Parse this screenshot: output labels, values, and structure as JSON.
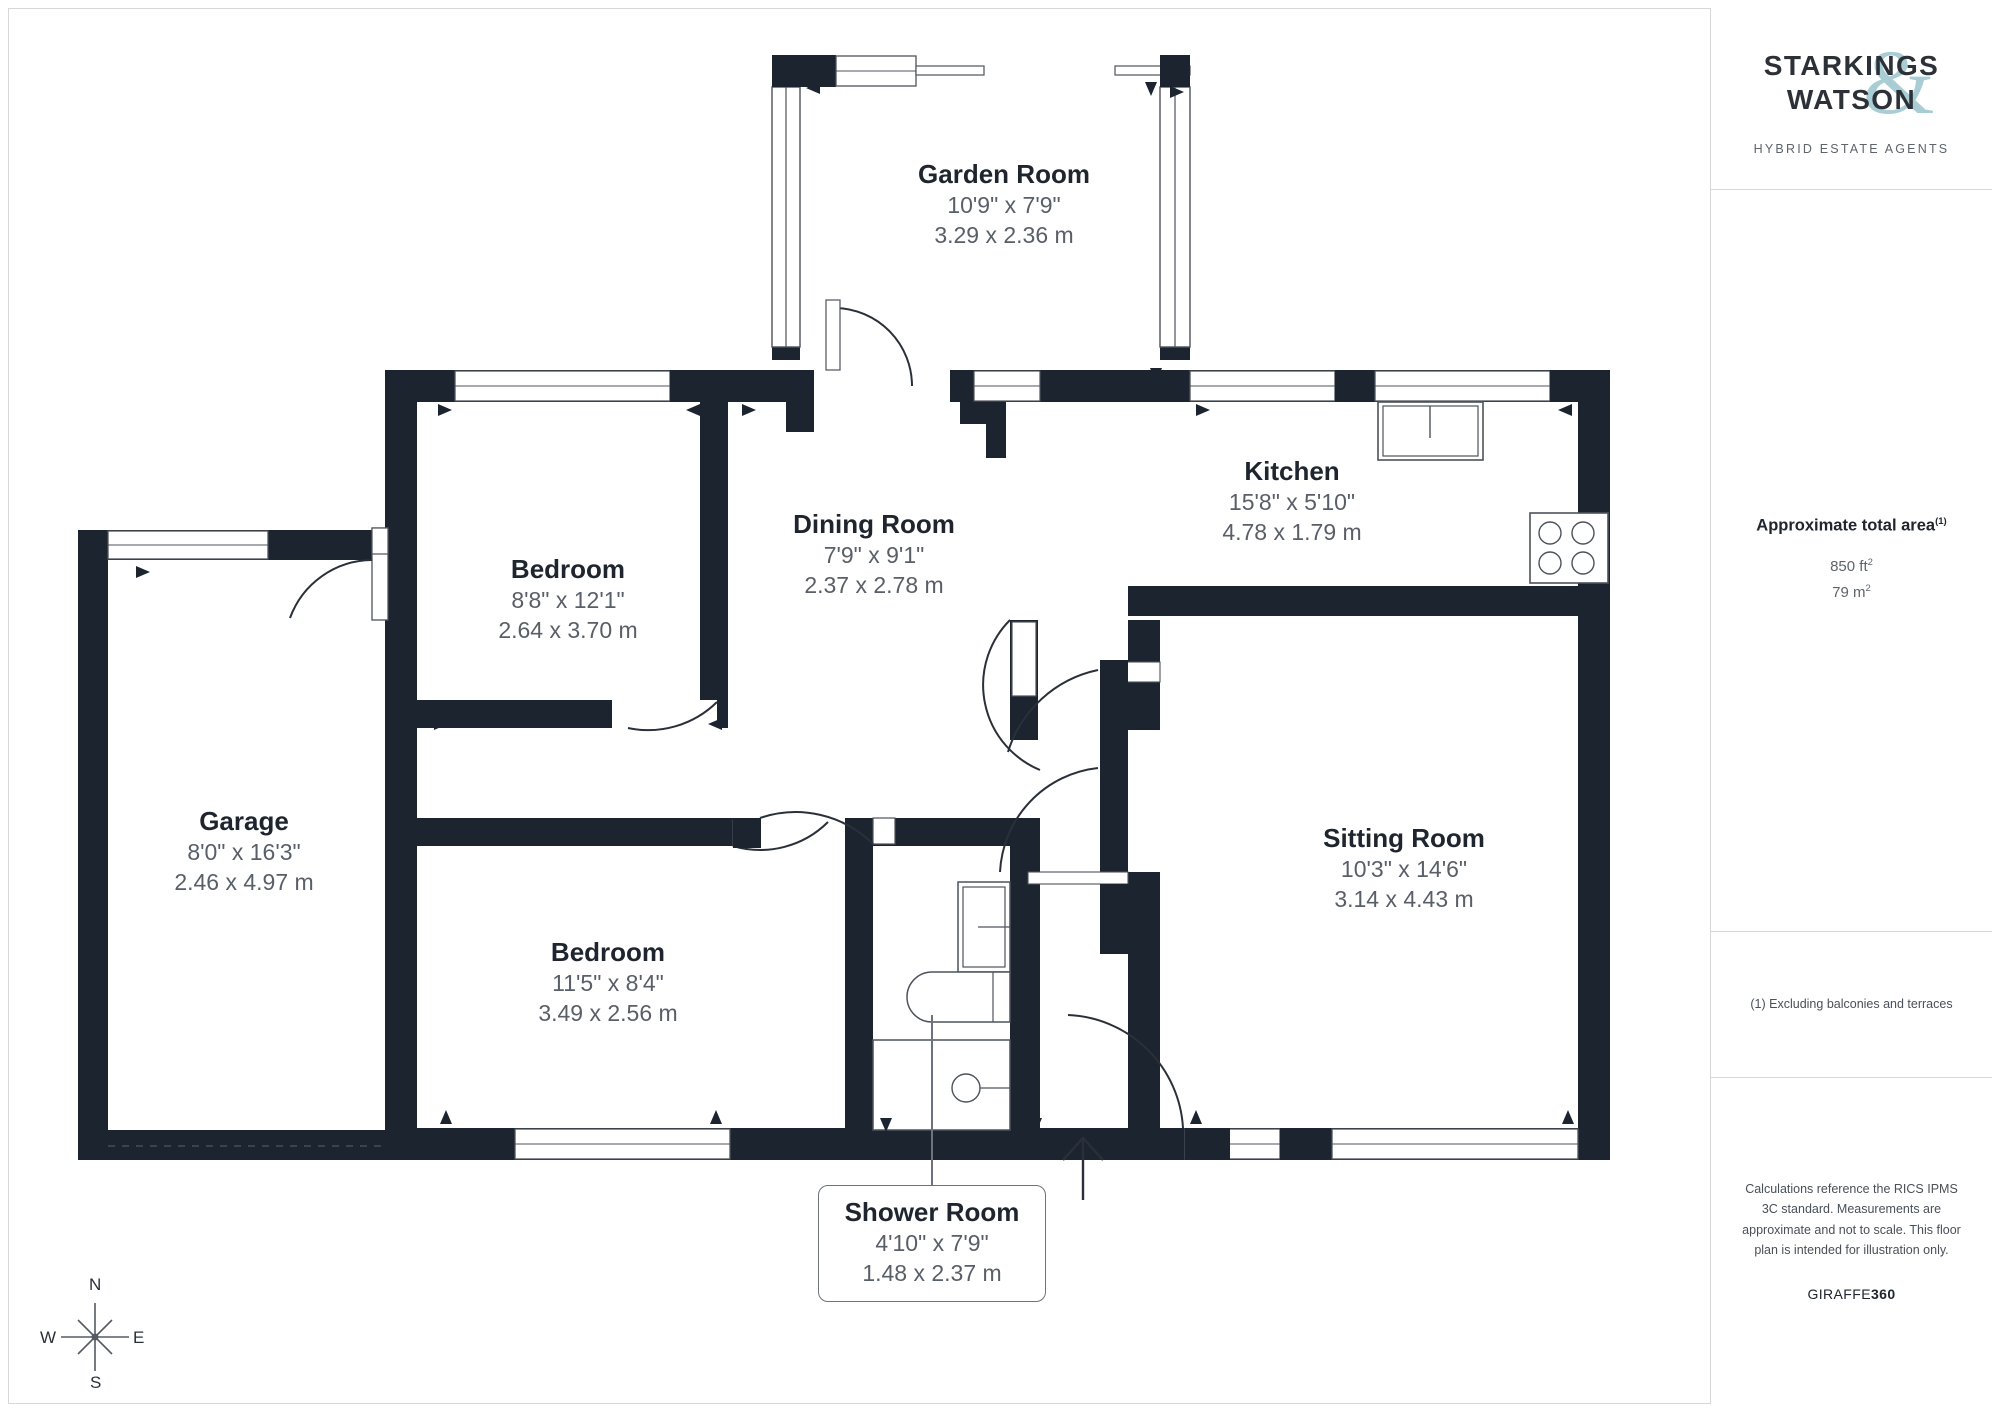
{
  "panel": {
    "logo": {
      "line1": "STARKINGS",
      "line2": "WATSON",
      "ampersand": "&",
      "subtitle": "HYBRID ESTATE AGENTS"
    },
    "area": {
      "title": "Approximate total area",
      "title_superscript": "(1)",
      "imperial": "850 ft",
      "imperial_sup": "2",
      "metric": "79 m",
      "metric_sup": "2"
    },
    "footnote": "(1) Excluding balconies and terraces",
    "disclaimer": "Calculations reference the RICS IPMS 3C standard. Measurements are approximate and not to scale. This floor plan is intended for illustration only.",
    "brand_prefix": "GIRAFFE",
    "brand_suffix": "360"
  },
  "compass": {
    "north": "N",
    "east": "E",
    "south": "S",
    "west": "W"
  },
  "rooms": [
    {
      "id": "garden-room",
      "name": "Garden Room",
      "imperial": "10'9\" x 7'9\"",
      "metric": "3.29 x 2.36 m"
    },
    {
      "id": "bedroom-1",
      "name": "Bedroom",
      "imperial": "8'8\" x 12'1\"",
      "metric": "2.64 x 3.70 m"
    },
    {
      "id": "dining-room",
      "name": "Dining Room",
      "imperial": "7'9\" x 9'1\"",
      "metric": "2.37 x 2.78 m"
    },
    {
      "id": "kitchen",
      "name": "Kitchen",
      "imperial": "15'8\" x 5'10\"",
      "metric": "4.78 x 1.79 m"
    },
    {
      "id": "sitting-room",
      "name": "Sitting Room",
      "imperial": "10'3\" x 14'6\"",
      "metric": "3.14 x 4.43 m"
    },
    {
      "id": "garage",
      "name": "Garage",
      "imperial": "8'0\" x 16'3\"",
      "metric": "2.46 x 4.97 m"
    },
    {
      "id": "bedroom-2",
      "name": "Bedroom",
      "imperial": "11'5\" x 8'4\"",
      "metric": "3.49 x 2.56 m"
    },
    {
      "id": "shower-room",
      "name": "Shower Room",
      "imperial": "4'10\" x 7'9\"",
      "metric": "1.48 x 2.37 m"
    }
  ],
  "colors": {
    "wall": "#1c2430",
    "accent": "#a8cdd4",
    "text_dark": "#1f252e",
    "text_grey": "#595f68",
    "border": "#d7d7d7"
  }
}
